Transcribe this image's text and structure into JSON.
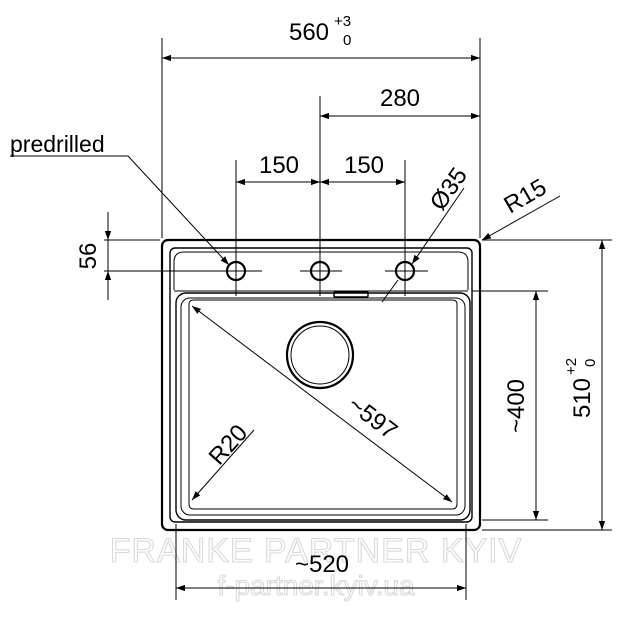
{
  "dimensions": {
    "overall_width": "560",
    "overall_width_tol_upper": "+3",
    "overall_width_tol_lower": "0",
    "tap_offset": "280",
    "hole_spacing_left": "150",
    "hole_spacing_right": "150",
    "hole_diameter": "Ø35",
    "corner_radius_outer": "R15",
    "edge_to_holes": "56",
    "bowl_depth": "~400",
    "overall_depth": "510",
    "overall_depth_tol_upper": "+2",
    "overall_depth_tol_lower": "0",
    "bowl_diagonal": "~597",
    "bowl_corner_radius": "R20",
    "bowl_width": "~520"
  },
  "labels": {
    "predrilled": "predrilled"
  },
  "watermark": {
    "line1": "FRANKE PARTNER KYIV",
    "line2": "f-partner.kyiv.ua"
  }
}
